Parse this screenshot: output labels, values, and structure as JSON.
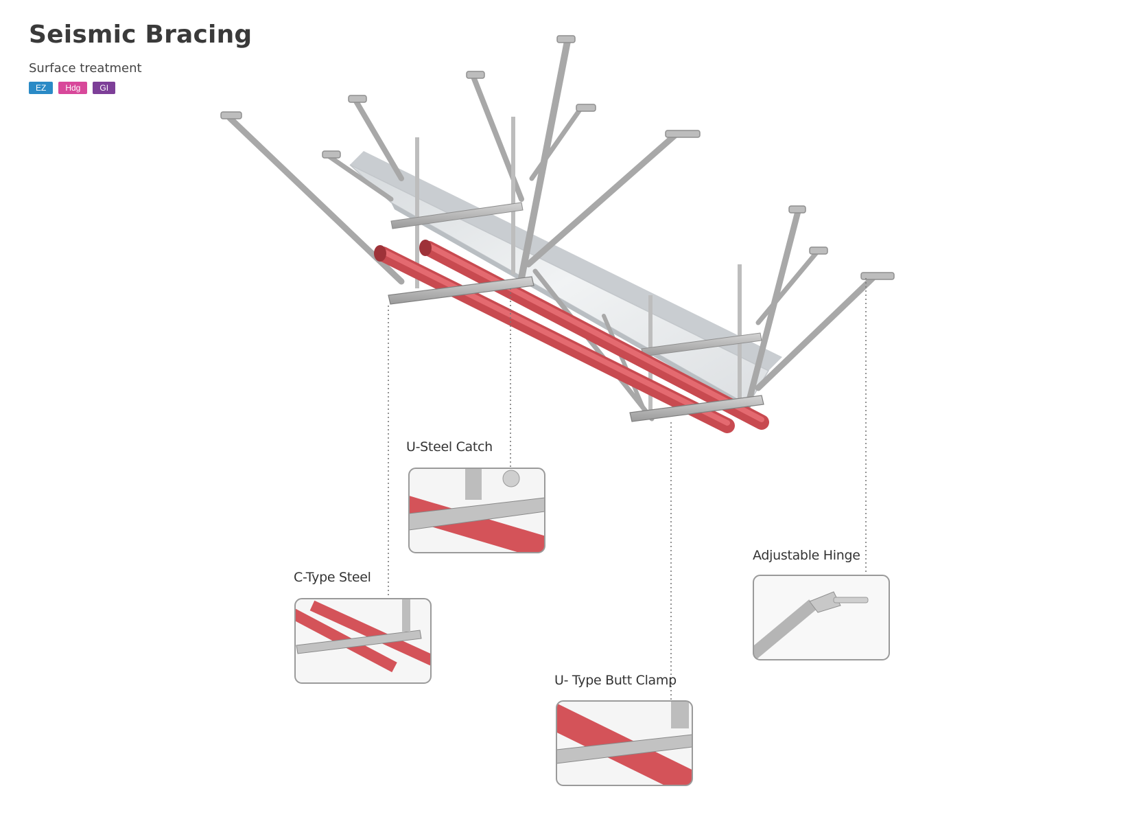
{
  "header": {
    "title": "Seismic Bracing",
    "subtitle": "Surface treatment",
    "badges": [
      {
        "label": "EZ",
        "color": "#2a8ac6"
      },
      {
        "label": "Hdg",
        "color": "#d8489a"
      },
      {
        "label": "GI",
        "color": "#7d3f98"
      }
    ]
  },
  "callouts": [
    {
      "label": "U-Steel Catch"
    },
    {
      "label": "C-Type Steel"
    },
    {
      "label": "Adjustable Hinge"
    },
    {
      "label": "U- Type Butt Clamp"
    }
  ],
  "colors": {
    "pipe": "#d9545a",
    "steel": "#b8b8b8",
    "tray": "#e2e6e9",
    "leader": "#777777"
  }
}
